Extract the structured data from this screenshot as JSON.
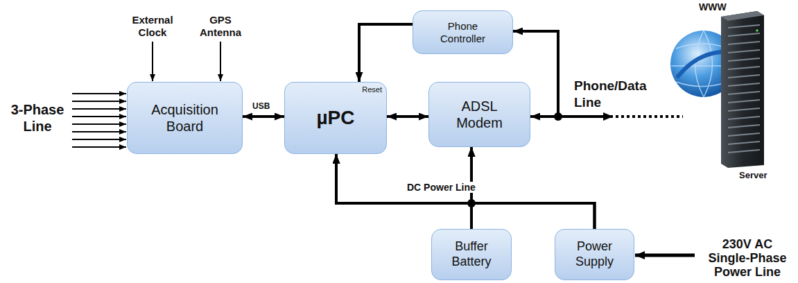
{
  "diagram": {
    "nodes": [
      {
        "text": [
          "Phone Controller"
        ]
      },
      {
        "text": [
          "Acquisition Board"
        ]
      },
      {
        "text": [
          "µPC",
          "Reset"
        ]
      },
      {
        "text": [
          "ADSL Modem"
        ]
      },
      {
        "text": [
          "Buffer Battery"
        ]
      },
      {
        "text": [
          "Power Supply"
        ]
      }
    ],
    "edges": [
      {
        "from": 1,
        "to": 2,
        "arrow": "both",
        "label": "USB"
      },
      {
        "from": 2,
        "to": 3,
        "arrow": "both"
      },
      {
        "from": 0,
        "to": 2,
        "arrow": "to"
      },
      {
        "from": 3,
        "to": 0,
        "arrow": "both"
      },
      {
        "from": 5,
        "to": 2,
        "arrow": "to",
        "label": "DC Power Line"
      },
      {
        "from": 5,
        "to": 3,
        "arrow": "to"
      },
      {
        "from": 4,
        "to": 2,
        "arrow": "to"
      },
      {
        "from": 4,
        "to": 3,
        "arrow": "to"
      }
    ],
    "labels": [
      "External Clock",
      "GPS Antenna",
      "3-Phase Line",
      "Phone/Data Line",
      "WWW",
      "Server",
      "230V AC Single-Phase Power Line"
    ]
  }
}
